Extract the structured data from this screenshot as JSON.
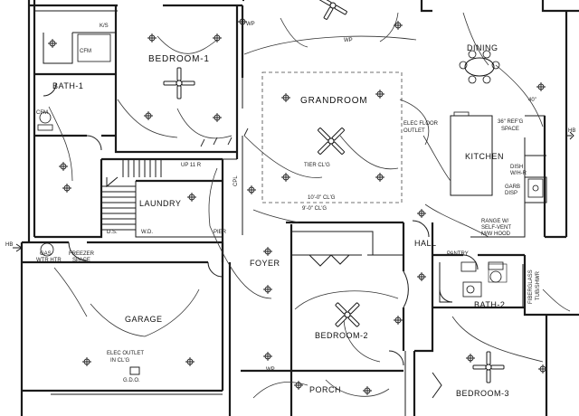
{
  "rooms": {
    "bedroom1": "BEDROOM-1",
    "bath1": "BATH-1",
    "grandroom": "GRANDROOM",
    "dining": "DINING",
    "kitchen": "KITCHEN",
    "laundry": "LAUNDRY",
    "hall": "HALL",
    "foyer": "FOYER",
    "garage": "GARAGE",
    "bedroom2": "BEDROOM-2",
    "bath2": "BATH-2",
    "bedroom3": "BEDROOM-3",
    "porch": "PORCH",
    "pantry": "PANTRY"
  },
  "notes": {
    "tier_clg": "TIER CL'G",
    "clg_10": "10'-0\" CL'G",
    "clg_9": "9'-0\" CL'G",
    "elec_floor_1": "ELEC FLOOR",
    "elec_floor_2": "OUTLET",
    "refg_1": "36\" REF'G",
    "refg_2": "SPACE",
    "dish_1": "DISH",
    "dish_2": "W/H-R",
    "garb_1": "GARB",
    "garb_2": "DISP",
    "range_1": "RANGE W/",
    "range_2": "SELF-VENT",
    "range_3": "M/W HOOD",
    "gas_1": "GAS",
    "gas_2": "WTR HTR",
    "freezer_1": "FREEZER",
    "freezer_2": "SPACE",
    "elec_clg_1": "ELEC OUTLET",
    "elec_clg_2": "IN CL'G",
    "gdo": "G.D.O.",
    "fiberglass_1": "FIBERGLASS",
    "fiberglass_2": "TUB/SHWR",
    "upr": "UP 11 R",
    "ds": "D.S.",
    "wd": "W.D.",
    "cpl": "CPL",
    "wp1": "WP",
    "wp2": "WP",
    "wp3": "WP",
    "hb_left": "HB",
    "hb_right": "HB",
    "cfm1": "CFM",
    "cfm2": "CFM",
    "ks": "K/S",
    "ht": "40\"",
    "pier": "PIER"
  }
}
